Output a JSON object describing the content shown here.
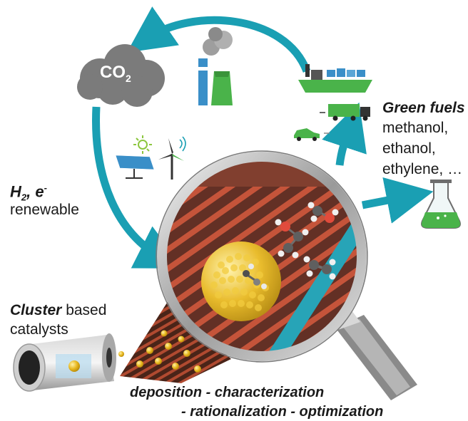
{
  "cloud": {
    "label": "CO",
    "subscript": "2"
  },
  "reagent": {
    "label": "H",
    "subscript": "2",
    "separator": ", ",
    "electron": "e",
    "electron_charge": "-",
    "source": "renewable"
  },
  "products": {
    "heading": "Green fuels",
    "items": [
      "methanol,",
      "ethanol,",
      "ethylene, …"
    ]
  },
  "catalyst": {
    "emphasis": "Cluster",
    "rest": " based",
    "line2": "catalysts"
  },
  "workflow": {
    "line1": "deposition - characterization",
    "line2": "- rationalization - optimization"
  },
  "colors": {
    "arrow": "#1a9fb3",
    "cloud": "#7b7b7b",
    "gold": "#e8b820",
    "green": "#4ab34a",
    "lens_bg": "#6b2a1d"
  }
}
